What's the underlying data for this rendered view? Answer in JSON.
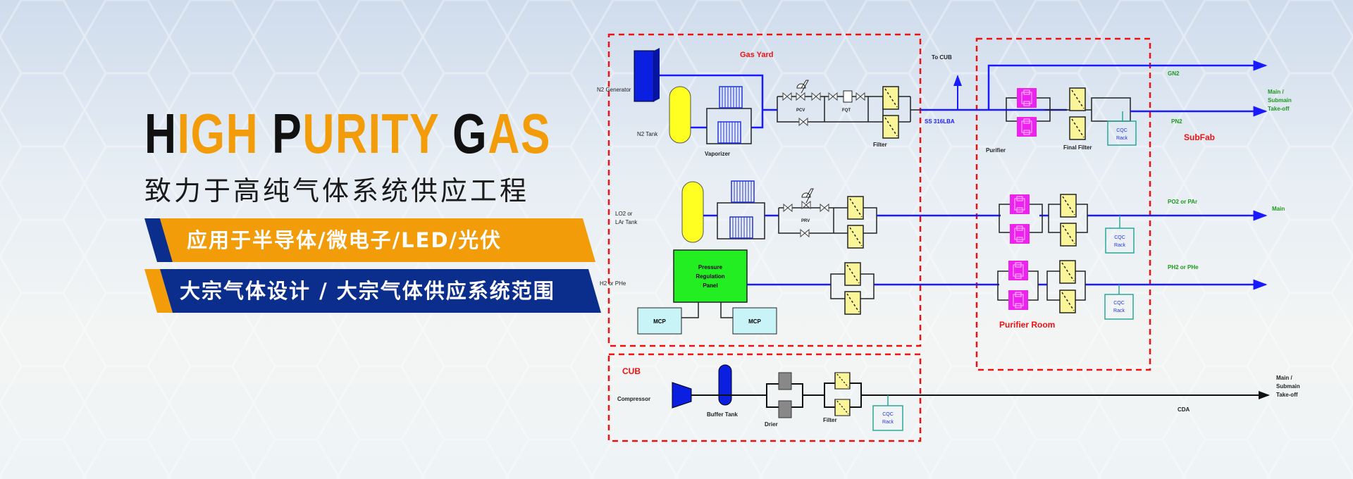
{
  "banner": {
    "title_parts": [
      {
        "text": "H",
        "accent": false
      },
      {
        "text": "IGH ",
        "accent": true
      },
      {
        "text": "P",
        "accent": false
      },
      {
        "text": "URITY ",
        "accent": true
      },
      {
        "text": "G",
        "accent": false
      },
      {
        "text": "AS",
        "accent": true
      }
    ],
    "subtitle": "致力于高纯气体系统供应工程",
    "band1": "应用于半导体/微电子/LED/光伏",
    "band2": "大宗气体设计 / 大宗气体供应系统范围"
  },
  "colors": {
    "accent": "#f39c0a",
    "navy": "#0b2e8c",
    "pipe": "#1a1aff",
    "zone": "#ee1111",
    "label_green": "#1a9a1a",
    "purifier": "#ee22ee",
    "filter": "#fbf59a",
    "panel": "#22ee22",
    "mcp": "#c8f4f8",
    "cqc": "#2aa89a"
  },
  "diagram": {
    "zones": {
      "gas_yard": "Gas Yard",
      "subfab": "SubFab",
      "purifier_room": "Purifier Room",
      "cub": "CUB"
    },
    "labels": {
      "n2_generator": "N2 Generator",
      "n2_tank": "N2 Tank",
      "vaporizer": "Vaporizer",
      "pcv": "PCV",
      "fqt": "FQT",
      "filter": "Filter",
      "to_cub": "To CUB",
      "ss316": "SS 316LBA",
      "purifier": "Purifier",
      "final_filter": "Final Filter",
      "lo2_tank_1": "LO2 or",
      "lo2_tank_2": "LAr Tank",
      "prv": "PRV",
      "h2": "H2 or PHe",
      "prp_1": "Pressure",
      "prp_2": "Regulation",
      "prp_3": "Panel",
      "mcp": "MCP",
      "cqc_1": "CQC",
      "cqc_2": "Rack",
      "compressor": "Compressor",
      "buffer_tank": "Buffer Tank",
      "drier": "Drier",
      "cub_filter": "Filter"
    },
    "outlets": {
      "gn2": "GN2",
      "pn2": "PN2",
      "po2": "PO2 or PAr",
      "ph2": "PH2 or PHe",
      "cda": "CDA",
      "main": "Main",
      "takeoff_1": "Main /",
      "takeoff_2": "Submain",
      "takeoff_3": "Take-off"
    }
  }
}
